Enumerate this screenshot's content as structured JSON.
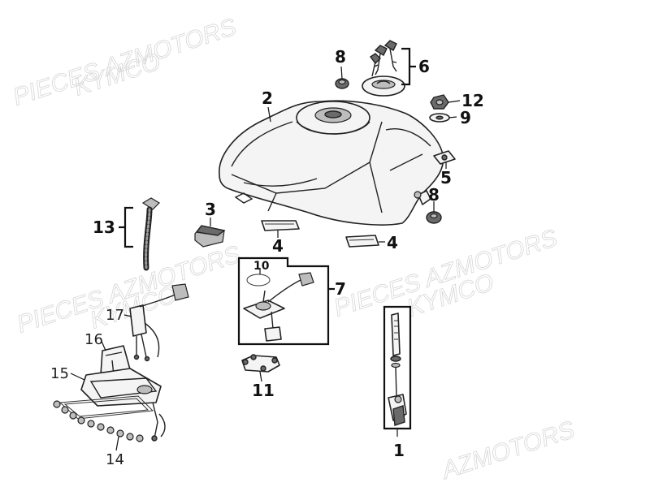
{
  "watermark": {
    "lines": [
      {
        "text": "PIECES AZMOTORS"
      },
      {
        "text": "KYMCO"
      },
      {
        "text": "PIECES AZMOTORS"
      },
      {
        "text": "KYMCO"
      },
      {
        "text": "PIECES AZMOTORS"
      },
      {
        "text": "KYMCO"
      },
      {
        "text": "AZMOTORS"
      }
    ]
  },
  "callouts": [
    {
      "id": "1",
      "text": "1"
    },
    {
      "id": "2",
      "text": "2"
    },
    {
      "id": "3",
      "text": "3"
    },
    {
      "id": "4a",
      "text": "4"
    },
    {
      "id": "4b",
      "text": "4"
    },
    {
      "id": "5",
      "text": "5"
    },
    {
      "id": "6",
      "text": "6"
    },
    {
      "id": "7",
      "text": "7"
    },
    {
      "id": "8a",
      "text": "8"
    },
    {
      "id": "8b",
      "text": "8"
    },
    {
      "id": "9",
      "text": "9"
    },
    {
      "id": "10",
      "text": "10"
    },
    {
      "id": "11",
      "text": "11"
    },
    {
      "id": "12",
      "text": "12"
    },
    {
      "id": "13",
      "text": "13"
    },
    {
      "id": "14",
      "text": "14"
    },
    {
      "id": "15",
      "text": "15"
    },
    {
      "id": "16",
      "text": "16"
    },
    {
      "id": "17",
      "text": "17"
    }
  ]
}
